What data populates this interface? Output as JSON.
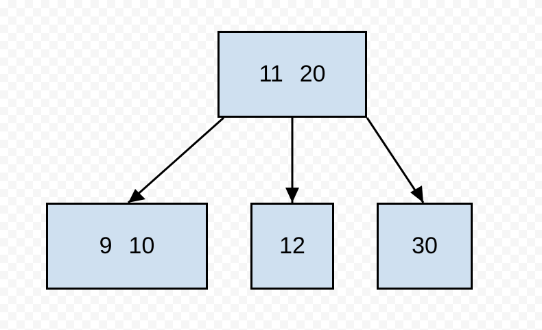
{
  "colors": {
    "node_fill": "#cfe0f0",
    "node_border": "#000000",
    "edge": "#000000",
    "text": "#000000"
  },
  "tree": {
    "root": {
      "keys": [
        "11",
        "20"
      ]
    },
    "children": [
      {
        "keys": [
          "9",
          "10"
        ]
      },
      {
        "keys": [
          "12"
        ]
      },
      {
        "keys": [
          "30"
        ]
      }
    ]
  }
}
